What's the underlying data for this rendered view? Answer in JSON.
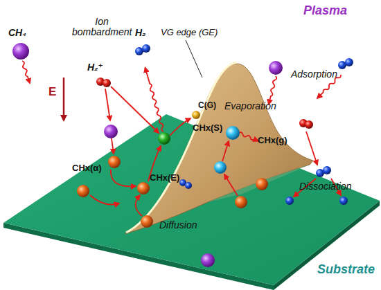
{
  "diagram": {
    "labels": [
      "Plasma",
      "CH₄",
      "Ion bombardment",
      "H₂",
      "VG edge (GE)",
      "Adsorption",
      "H₂⁺",
      "E",
      "C(G)",
      "Evaporation",
      "CHx(S)",
      "CHx(g)",
      "CHx(α)",
      "CHx(E)",
      "Dissociation",
      "Diffusion",
      "Substrate"
    ]
  }
}
